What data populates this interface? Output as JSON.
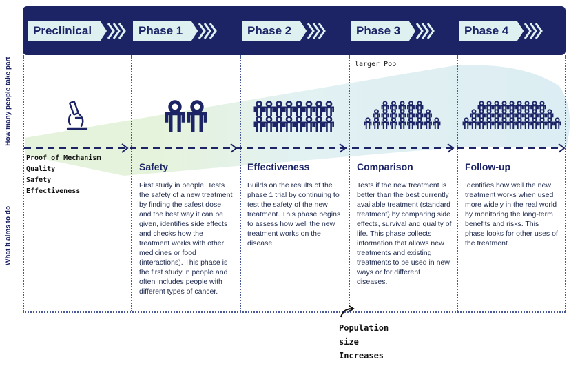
{
  "phases": [
    {
      "name": "Preclinical",
      "heading": "",
      "description": ""
    },
    {
      "name": "Phase 1",
      "heading": "Safety",
      "description": "First study in people. Tests the safety of a new treatment by finding the safest dose and the best way it can be given, identifies side effects and checks how the treatment works with other medicines or food (interactions). This phase is the first study in people and often includes people with different types of cancer."
    },
    {
      "name": "Phase 2",
      "heading": "Effectiveness",
      "description": "Builds on the results of the phase 1 trial by continuing to test the safety of the new treatment. This phase begins to assess how well the new treatment works on the disease."
    },
    {
      "name": "Phase 3",
      "heading": "Comparison",
      "description": "Tests if the new treatment is better than the best currently available treatment (standard treatment) by comparing side effects, survival and quality of life. This phase collects information that allows new treatments and existing treatments to be used in new ways or for different diseases."
    },
    {
      "name": "Phase 4",
      "heading": "Follow-up",
      "description": "Identifies how well the new treatment works when used more widely in the real world by monitoring the long-term benefits and risks. This phase looks for other uses of the treatment."
    }
  ],
  "side_labels": {
    "top": "How many people take part",
    "bottom": "What it aims to do"
  },
  "annotations": {
    "preclinical_notes": [
      "Proof of Mechanism",
      "Quality",
      "Safety",
      "Effectiveness"
    ],
    "larger_pop": "larger Pop",
    "population_note": [
      "Population",
      "size",
      "Increases"
    ]
  },
  "icons": [
    "microscope-icon",
    "two-people-icon",
    "people-group-icon",
    "people-crowd-icon",
    "people-large-crowd-icon"
  ],
  "colors": {
    "header": "#1d2466",
    "tab": "#dff0f1",
    "wedge": "#e3f1f3",
    "text": "#1d2466"
  }
}
